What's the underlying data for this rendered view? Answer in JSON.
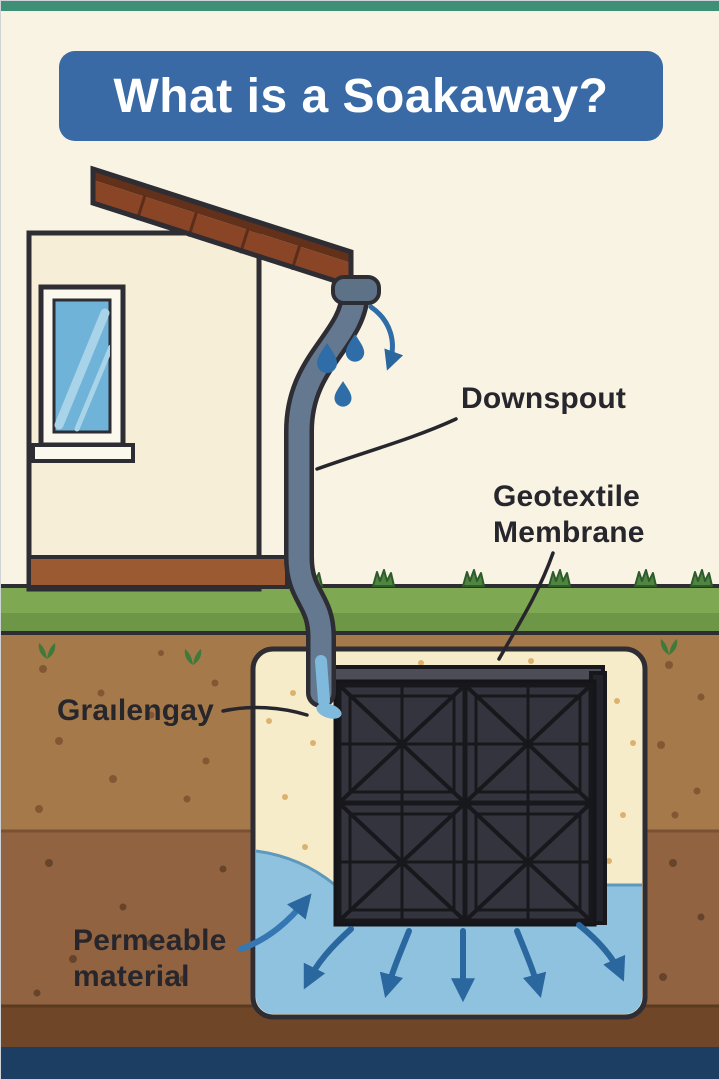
{
  "title": "What is a Soakaway?",
  "labels": {
    "downspout": "Downspout",
    "geotextile": {
      "line1": "Geotextile",
      "line2": "Membrane"
    },
    "pit": "Graılengay",
    "permeable": {
      "line1": "Permeable",
      "line2": "material"
    }
  },
  "colors": {
    "banner_blue": "#3a6aa6",
    "header_teal": "#3d8f75",
    "footer_navy": "#1c3e63",
    "background_cream": "#f8f3e2",
    "roof_brown": "#8a4426",
    "wall_cream": "#f6eed6",
    "pipe_gray": "#64788f",
    "raindrop_blue": "#2f6da8",
    "grass_green": "#7ea851",
    "soil_brown": "#a6794a",
    "sand_fill": "#f6ecca",
    "crate_dark": "#34343e",
    "water_blue": "#8fc2de",
    "arrow_blue": "#2a679f",
    "ink": "#26262c"
  }
}
